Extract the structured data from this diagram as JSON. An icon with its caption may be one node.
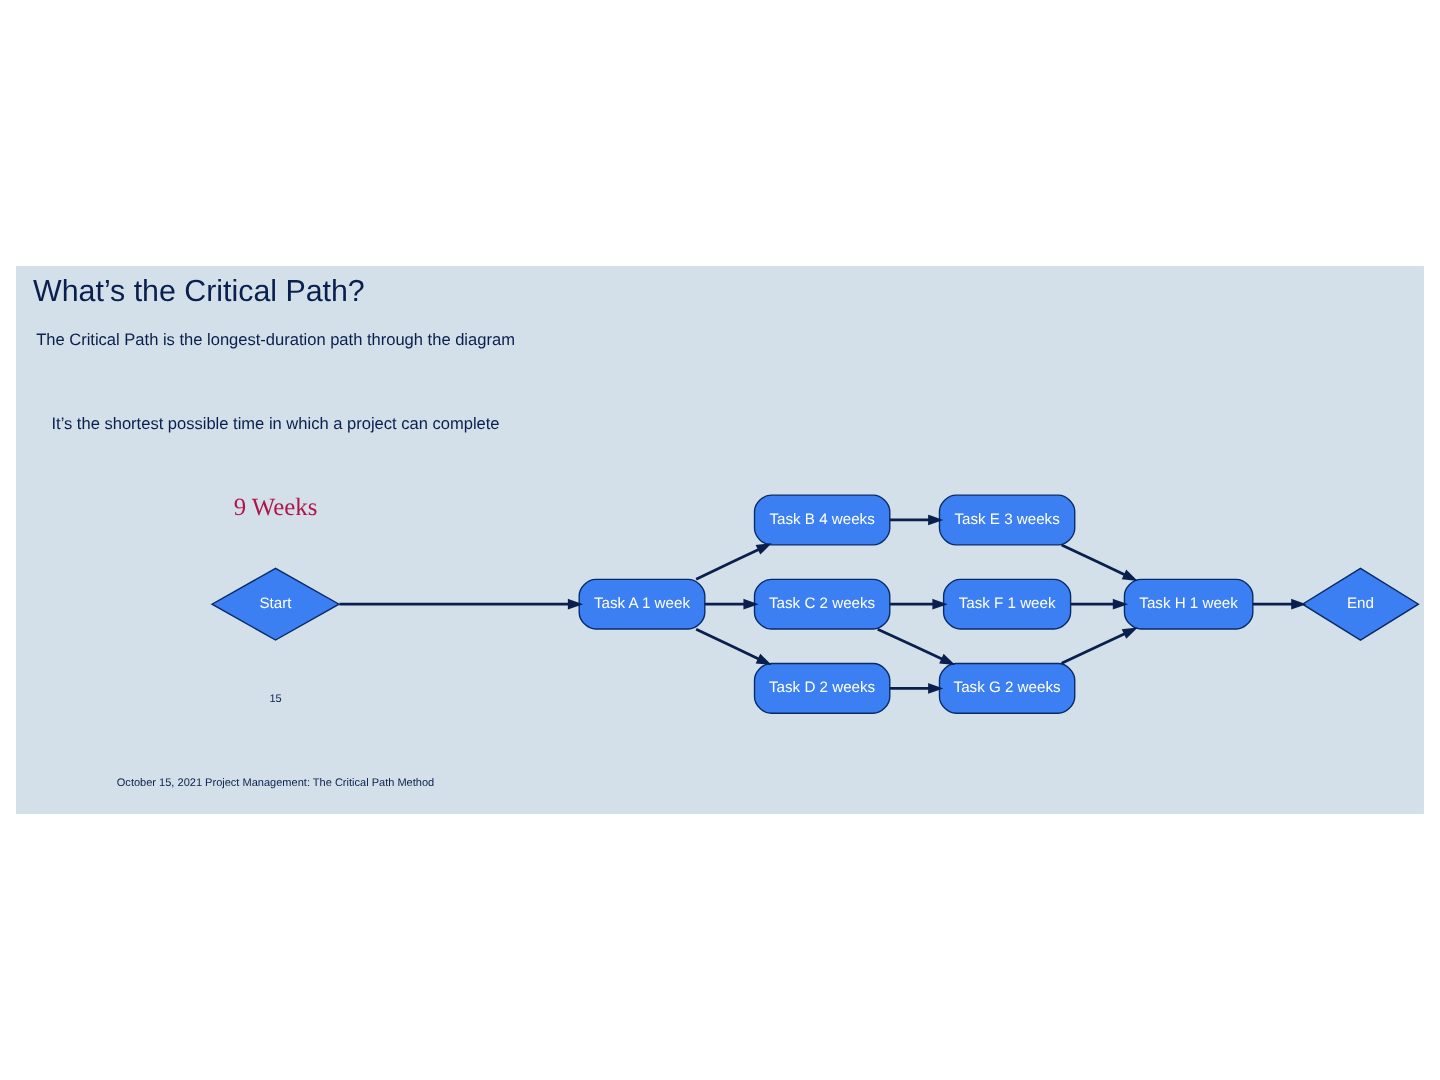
{
  "diagram": {
    "title": "What’s the Critical Path?",
    "nodes": [
      {
        "text": [
          "Start"
        ]
      },
      {
        "text": [
          "Task A 1 week"
        ]
      },
      {
        "text": [
          "Task B 4 weeks"
        ]
      },
      {
        "text": [
          "Task C 2 weeks"
        ]
      },
      {
        "text": [
          "Task D 2 weeks"
        ]
      },
      {
        "text": [
          "Task E 3 weeks"
        ]
      },
      {
        "text": [
          "Task F 1 week"
        ]
      },
      {
        "text": [
          "Task G 2 weeks"
        ]
      },
      {
        "text": [
          "Task H 1 week"
        ]
      },
      {
        "text": [
          "End"
        ]
      }
    ],
    "edges": [
      {
        "from": 0,
        "to": 1,
        "arrow": "to"
      },
      {
        "from": 1,
        "to": 2,
        "arrow": "to"
      },
      {
        "from": 1,
        "to": 3,
        "arrow": "to"
      },
      {
        "from": 1,
        "to": 4,
        "arrow": "to"
      },
      {
        "from": 2,
        "to": 5,
        "arrow": "to"
      },
      {
        "from": 3,
        "to": 6,
        "arrow": "to"
      },
      {
        "from": 3,
        "to": 7,
        "arrow": "to"
      },
      {
        "from": 4,
        "to": 7,
        "arrow": "to"
      },
      {
        "from": 5,
        "to": 8,
        "arrow": "to"
      },
      {
        "from": 6,
        "to": 8,
        "arrow": "to"
      },
      {
        "from": 7,
        "to": 8,
        "arrow": "to"
      },
      {
        "from": 8,
        "to": 9,
        "arrow": "to"
      }
    ],
    "labels": [
      "The Critical Path is the longest-duration path through the diagram",
      "It’s the shortest possible time in which a project can complete",
      "9 Weeks",
      "15",
      "October 15, 2021 Project Management: The Critical Path Method"
    ]
  }
}
